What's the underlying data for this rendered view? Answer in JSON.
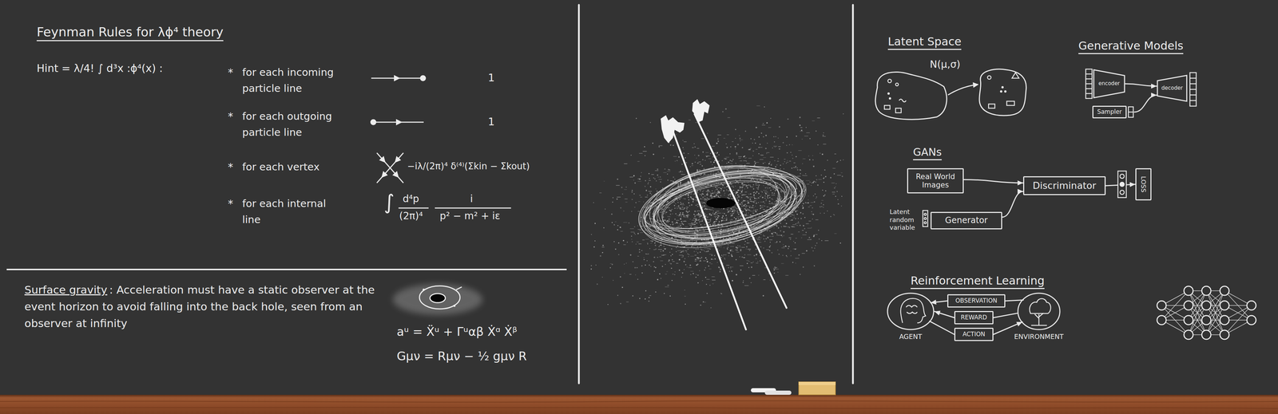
{
  "diagram": {
    "title": "Feynman Rules for λϕ⁴ theory",
    "nodes": [
      {
        "text": [
          "encoder"
        ]
      },
      {
        "text": [
          "decoder"
        ]
      },
      {
        "text": [
          "Sampler"
        ]
      },
      {
        "text": [
          "Real World Images"
        ]
      },
      {
        "text": [
          "Generator"
        ]
      },
      {
        "text": [
          "Discriminator"
        ]
      },
      {
        "text": [
          "LOSS"
        ]
      },
      {
        "text": [
          "AGENT"
        ]
      },
      {
        "text": [
          "OBSERVATION"
        ]
      },
      {
        "text": [
          "REWARD"
        ]
      },
      {
        "text": [
          "ACTION"
        ]
      },
      {
        "text": [
          "ENVIRONMENT"
        ]
      }
    ],
    "edges": [
      {
        "from": 0,
        "to": 1,
        "arrow": "to"
      },
      {
        "from": 2,
        "to": 1,
        "arrow": "to"
      },
      {
        "from": 3,
        "to": 5,
        "arrow": "to"
      },
      {
        "from": 4,
        "to": 5,
        "arrow": "to"
      },
      {
        "from": 5,
        "to": 6,
        "arrow": "to"
      },
      {
        "from": 11,
        "to": 8,
        "arrow": "none"
      },
      {
        "from": 8,
        "to": 7,
        "arrow": "to"
      },
      {
        "from": 11,
        "to": 9,
        "arrow": "none"
      },
      {
        "from": 9,
        "to": 7,
        "arrow": "to"
      },
      {
        "from": 7,
        "to": 10,
        "arrow": "none"
      },
      {
        "from": 10,
        "to": 11,
        "arrow": "to"
      }
    ],
    "labels": [
      "Hint = λ/4! ∫ d³x :ϕ⁴(x) :",
      "*",
      "for each incoming particle line",
      "1",
      "*",
      "for each outgoing particle line",
      "1",
      "*",
      "for each vertex",
      "−iλ/(2π)⁴ δ⁽⁴⁾(Σkin − Σkout)",
      "*",
      "for each internal line",
      "∫",
      "d⁴p",
      "(2π)⁴",
      "i",
      "p² − m² + iε",
      "Surface gravity",
      ": Acceleration must have a static observer at the event horizon to avoid falling into the back hole, seen from an observer at infinity",
      "aᵘ = Ẍᵘ + Γᵘαβ Ẋᵅ Ẋᵝ",
      "Gμν = Rμν − ½ gμν R",
      "Latent Space",
      "N(μ,σ)",
      "Generative Models",
      "GANs",
      "Latent random variable",
      "Reinforcement Learning"
    ]
  }
}
